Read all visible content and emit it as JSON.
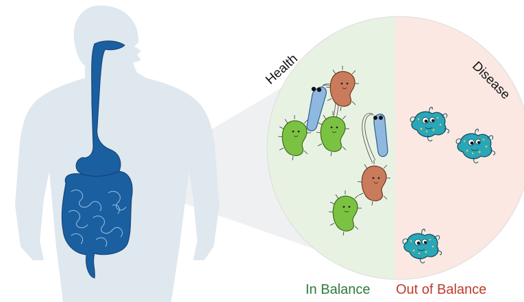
{
  "labels": {
    "health": "Health",
    "disease": "Disease",
    "in_balance": "In Balance",
    "out_of_balance": "Out of Balance"
  },
  "colors": {
    "body_silhouette": "#dfe7ef",
    "gut_organ": "#1a5fa0",
    "health_zone": "#e8f2e3",
    "disease_zone": "#fbe8e3",
    "in_balance_text": "#2d7a3a",
    "out_of_balance_text": "#c0392b",
    "green_microbe": "#7cc242",
    "brown_microbe": "#c97b5b",
    "blue_rod_microbe": "#8fb8e0",
    "teal_pathogen": "#2aa6b8"
  },
  "icons": [
    "human-body-icon",
    "digestive-tract-icon",
    "green-bacterium-icon",
    "brown-bacterium-icon",
    "blue-rod-bacterium-icon",
    "teal-pathogen-icon"
  ]
}
